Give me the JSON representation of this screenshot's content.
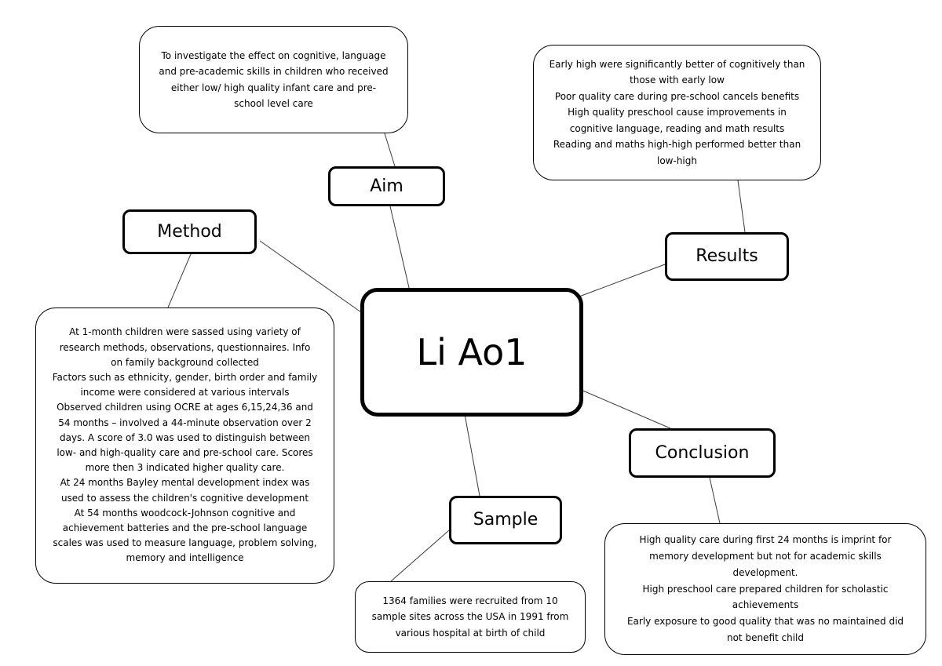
{
  "center": {
    "title": "Li Ao1"
  },
  "aim": {
    "label": "Aim",
    "lines": [
      "To investigate the effect on cognitive, language",
      "and pre-academic skills in children who received",
      "either low/ high quality infant care and pre-",
      "school level care"
    ]
  },
  "results": {
    "label": "Results",
    "lines": [
      "Early high were significantly better of cognitively than",
      "those with early low",
      "Poor quality care during pre-school cancels benefits",
      "High quality preschool cause improvements in",
      "cognitive language, reading and math results",
      "Reading and maths high-high performed better than",
      "low-high"
    ]
  },
  "method": {
    "label": "Method",
    "lines": [
      "At 1-month children were sassed using variety of",
      "research methods, observations, questionnaires. Info",
      "on family background collected",
      "Factors such as ethnicity, gender, birth order and family",
      "income were considered at various intervals",
      "Observed children using OCRE at ages 6,15,24,36 and",
      "54 months – involved a 44-minute observation over 2",
      "days. A score of 3.0 was used to distinguish between",
      "low- and high-quality care and pre-school care. Scores",
      "more then 3 indicated higher quality care.",
      "At 24 months Bayley mental development index was",
      "used to assess the children's cognitive development",
      "At 54 months woodcock-Johnson cognitive and",
      "achievement batteries and the pre-school language",
      "scales was used to measure language, problem solving,",
      "memory and intelligence"
    ]
  },
  "sample": {
    "label": "Sample",
    "lines": [
      "1364 families were recruited from 10",
      "sample sites across the USA in 1991 from",
      "various hospital at birth of child"
    ]
  },
  "conclusion": {
    "label": "Conclusion",
    "lines": [
      "High quality care during first 24 months is imprint for",
      "memory development but not for academic skills",
      "development.",
      "High preschool care prepared children for scholastic",
      "achievements",
      "Early exposure to good quality that was no maintained did",
      "not benefit child"
    ]
  }
}
